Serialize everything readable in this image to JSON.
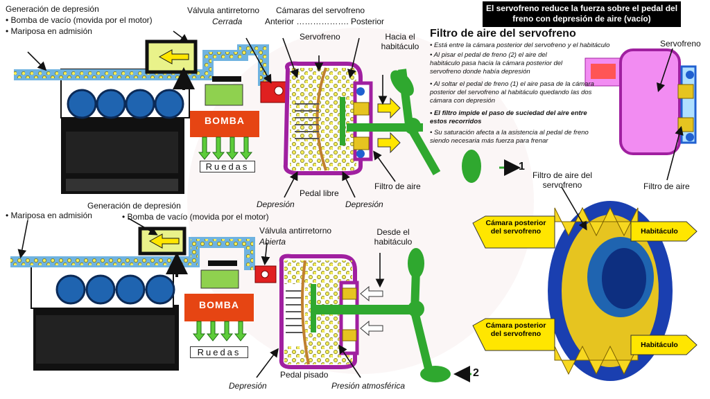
{
  "title": "El servofreno reduce la fuerza sobre el pedal del freno con depresión de aire (vacío)",
  "top": {
    "gen_title": "Generación de depresión",
    "gen_b1": "• Bomba de vacío (movida por el motor)",
    "gen_b2": "• Mariposa en admisión",
    "valve": "Válvula antirretorno",
    "valve_state": "Cerrada",
    "chambers": "Cámaras del servofreno",
    "anterior": "Anterior ………………. Posterior",
    "servo": "Servofreno",
    "hacia": "Hacia el habitáculo",
    "pump": "BOMBA",
    "wheels": "Ruedas",
    "depresion_left": "Depresión",
    "pedal": "Pedal libre",
    "depresion_right": "Depresión",
    "filtro": "Filtro de aire",
    "arrow_num": "1"
  },
  "bottom": {
    "mariposa": "• Mariposa en admisión",
    "gen_title": "Generación de depresión",
    "gen_b1": "• Bomba de vacío (movida por el motor)",
    "valve": "Válvula antirretorno",
    "valve_state": "Abierta",
    "desde": "Desde el habitáculo",
    "pump": "BOMBA",
    "wheels": "Ruedas",
    "depresion": "Depresión",
    "pedal": "Pedal pisado",
    "presion": "Presión atmosférica",
    "arrow_num": "2"
  },
  "filter_info": {
    "heading": "Filtro de aire del servofreno",
    "b1": "• Está entre la cámara posterior del servofreno y el habitáculo",
    "b2": "• Al pisar el pedal de freno (2) el aire del habitáculo pasa hacia la cámara posterior del servofreno donde había depresión",
    "b3": "• Al soltar el pedal de freno (1) el aire pasa de la cámara posterior del servofreno al habitáculo quedando las dos cámara con depresión",
    "b4": "• El filtro impide el paso de suciedad del aire entre estos recorridos",
    "b5": "• Su saturación afecta a la asistencia al pedal de freno siendo necesaria más fuerza para frenar"
  },
  "right": {
    "servo": "Servofreno",
    "filtro": "Filtro de aire",
    "filtro_servo": "Filtro de aire del servofreno",
    "camara1": "Cámara posterior del servofreno",
    "habitaculo1": "Habitáculo",
    "camara2": "Cámara posterior del servofreno",
    "habitaculo2": "Habitáculo"
  },
  "colors": {
    "servo_outline": "#a020a0",
    "pump": "#e64513",
    "pedal": "#2fa82f",
    "arrow_yellow": "#ffe600",
    "pipe_blue": "#6fb3e0",
    "filter_pink": "#f28cf2"
  }
}
